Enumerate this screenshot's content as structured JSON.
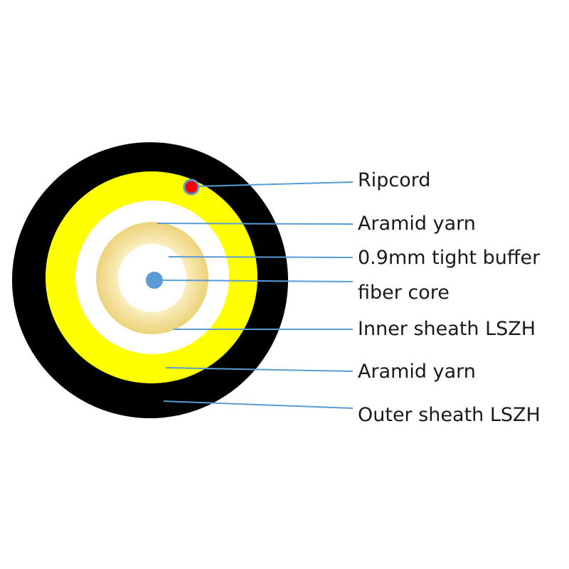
{
  "colors": {
    "outer_sheath": "#000000",
    "outer_aramid": "#ffff00",
    "inner_sheath": "#ffffff",
    "tight_buffer": "#f0d878",
    "core_gap": "#ffffff",
    "fiber_core": "#5b9bd5",
    "ripcord": "#ff0000",
    "leader": "#5b9bd5",
    "label_text": "#1a1a1a"
  },
  "labels": {
    "ripcord": "Ripcord",
    "aramid_yarn_1": "Aramid yarn",
    "tight_buffer": "0.9mm tight buffer",
    "fiber_core": "fiber core",
    "inner_sheath": "Inner sheath LSZH",
    "aramid_yarn_2": "Aramid yarn",
    "outer_sheath": "Outer sheath LSZH"
  }
}
